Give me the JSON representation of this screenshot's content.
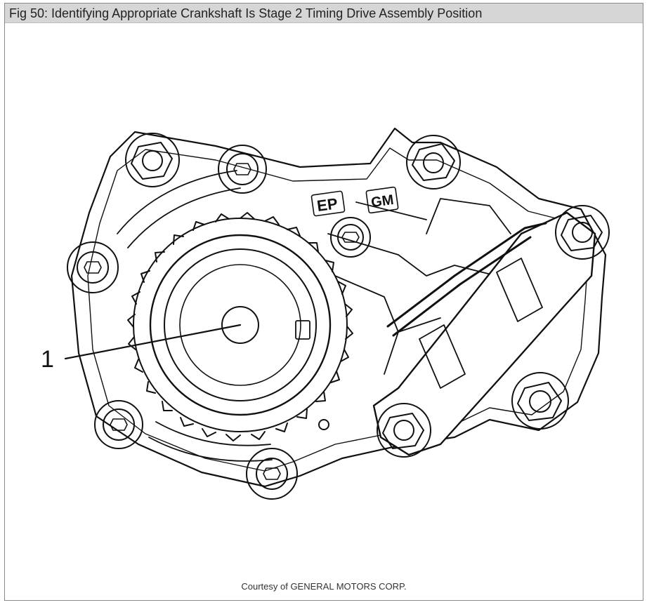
{
  "figure": {
    "title": "Fig 50: Identifying Appropriate Crankshaft Is Stage 2 Timing Drive Assembly Position",
    "callout_label": "1",
    "stamp_ep": "EP",
    "stamp_gm": "GM",
    "credit": "Courtesy of GENERAL MOTORS CORP."
  },
  "colors": {
    "title_bar": "#d6d6d6",
    "line_art": "#111111",
    "background": "#ffffff"
  }
}
